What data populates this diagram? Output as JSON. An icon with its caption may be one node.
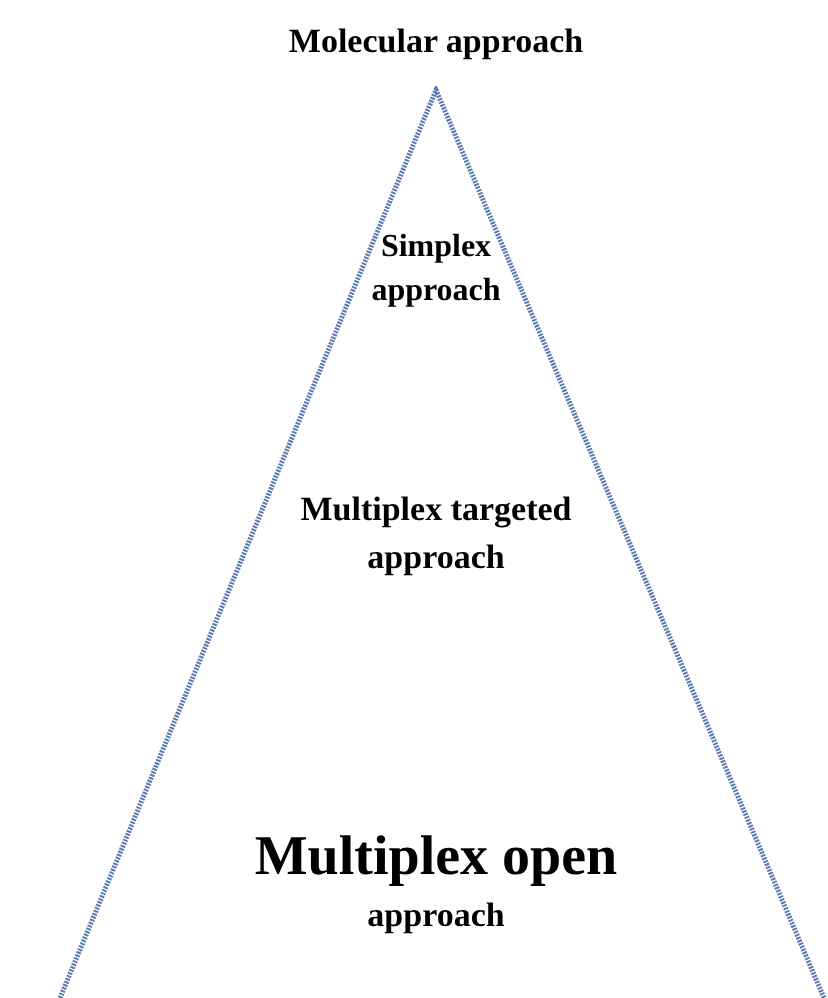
{
  "diagram": {
    "title": "Molecular approach",
    "nodes": [
      {
        "text": [
          "Simplex approach",
          "Multiplex targeted approach",
          "Multiplex open",
          "approach"
        ]
      }
    ]
  }
}
